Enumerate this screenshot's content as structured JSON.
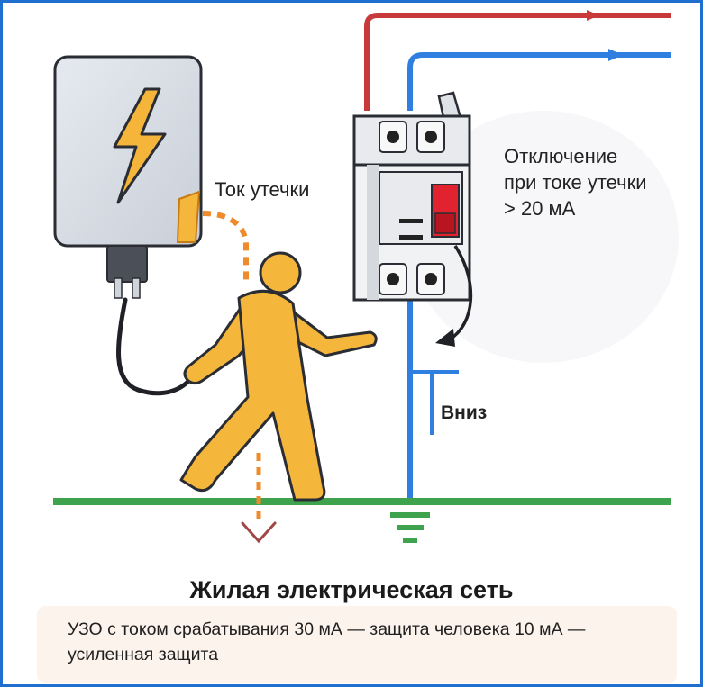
{
  "labels": {
    "leakage_current": "Ток утечки",
    "trip_line1": "Отключение",
    "trip_line2": "при токе утечки",
    "trip_line3": "> 20 мА",
    "down": "Вниз"
  },
  "title": "Жилая электрическая сеть",
  "note": "УЗО с током срабатывания 30 мА — защита человека 10 мА — усиленная защита",
  "icons": {
    "appliance": "lightning-bolt-icon",
    "plug": "power-plug-icon",
    "person": "person-silhouette-icon",
    "breaker": "rcd-breaker-icon",
    "ground": "ground-symbol-icon",
    "down_arrow": "arrow-down-icon"
  },
  "colors": {
    "frame": "#1e6fd0",
    "phase_wire": "#c83a3a",
    "neutral_wire": "#2f7fe0",
    "ground_line": "#3fa34d",
    "person": "#f5b63c",
    "leak_dashes": "#f08b2c",
    "breaker_handle": "#e0232e",
    "appliance_body": "#dbe0e8",
    "note_background": "#fbf3ec"
  }
}
